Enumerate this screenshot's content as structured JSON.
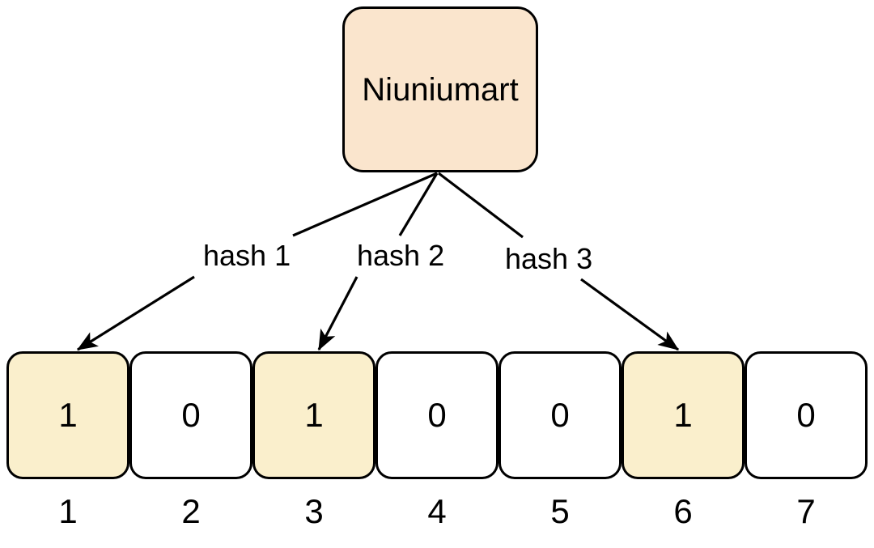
{
  "diagram": {
    "type": "bloom-filter",
    "source": {
      "label": "Niuniumart",
      "fill_color": "#fae5cd",
      "border_color": "#000000"
    },
    "hash_functions": [
      {
        "label": "hash 1",
        "target_index": 1
      },
      {
        "label": "hash 2",
        "target_index": 3
      },
      {
        "label": "hash 3",
        "target_index": 6
      }
    ],
    "bit_array": {
      "set_fill_color": "#faefcc",
      "unset_fill_color": "#ffffff",
      "cells": [
        {
          "index": "1",
          "value": "1",
          "set": true
        },
        {
          "index": "2",
          "value": "0",
          "set": false
        },
        {
          "index": "3",
          "value": "1",
          "set": true
        },
        {
          "index": "4",
          "value": "0",
          "set": false
        },
        {
          "index": "5",
          "value": "0",
          "set": false
        },
        {
          "index": "6",
          "value": "1",
          "set": true
        },
        {
          "index": "7",
          "value": "0",
          "set": false
        }
      ]
    }
  }
}
